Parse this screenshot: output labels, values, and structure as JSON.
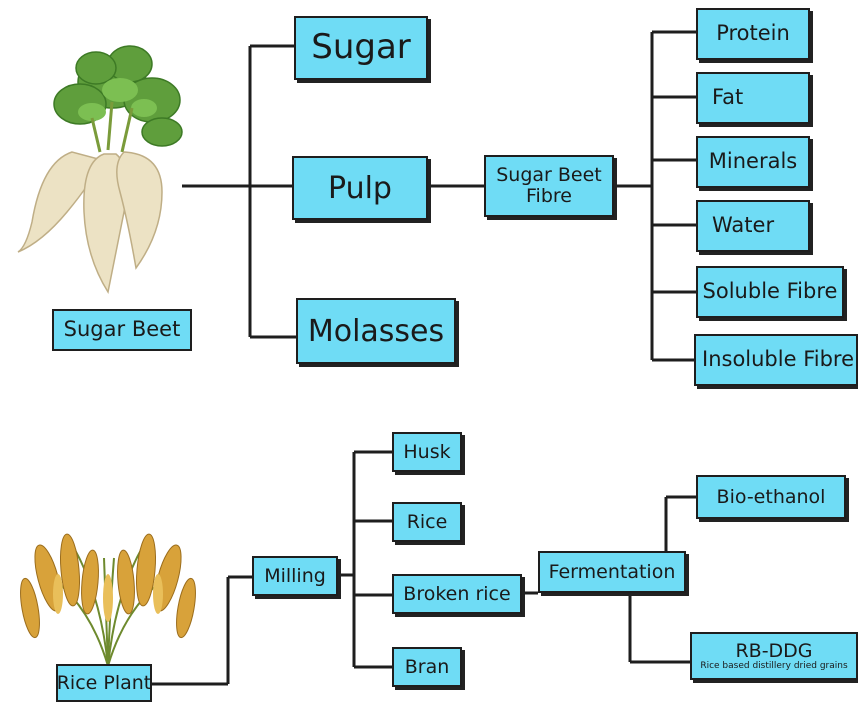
{
  "colors": {
    "box_fill": "#6fdcf5",
    "line": "#1e1e1e"
  },
  "sugar_beet": {
    "label": "Sugar Beet",
    "image_icon": "sugar-beet-illustration",
    "products": {
      "sugar": "Sugar",
      "pulp": "Pulp",
      "molasses": "Molasses"
    },
    "fibre": {
      "line1": "Sugar Beet",
      "line2": "Fibre"
    },
    "components": [
      "Protein",
      "Fat",
      "Minerals",
      "Water",
      "Soluble Fibre",
      "Insoluble Fibre"
    ]
  },
  "rice": {
    "label": "Rice Plant",
    "image_icon": "rice-plant-illustration",
    "milling": "Milling",
    "products": [
      "Husk",
      "Rice",
      "Broken rice",
      "Bran"
    ],
    "fermentation": "Fermentation",
    "outputs": {
      "bioethanol": "Bio-ethanol",
      "rbddg": "RB-DDG",
      "rbddg_sub": "Rice based distillery dried grains"
    }
  }
}
